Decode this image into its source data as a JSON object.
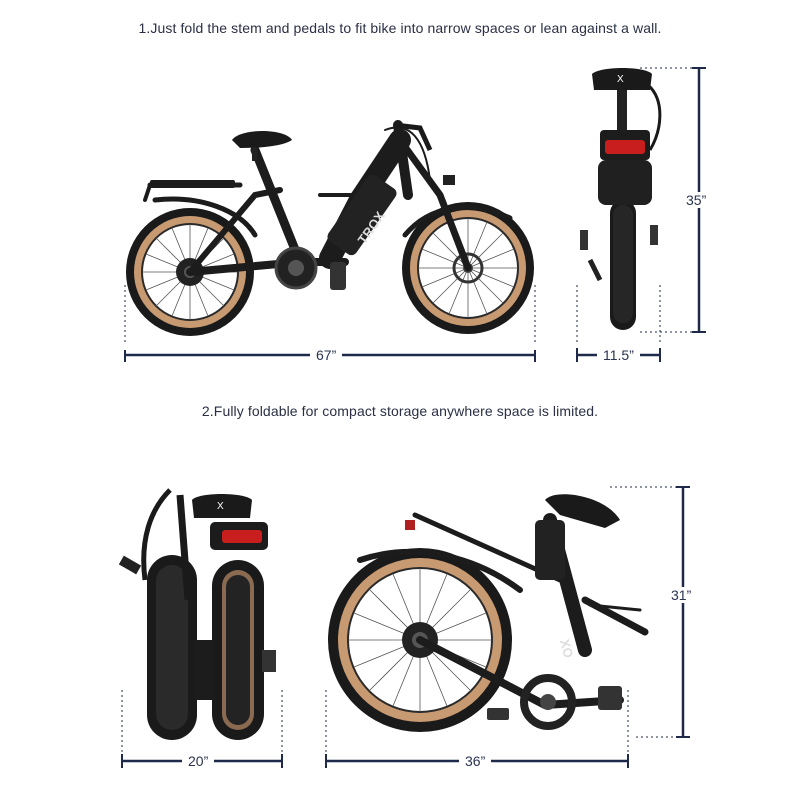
{
  "captions": {
    "step1": "1.Just fold the stem and pedals to fit bike into narrow spaces or lean against a wall.",
    "step2": "2.Fully foldable for compact storage anywhere space is limited."
  },
  "brand": {
    "frame_text": "TROX",
    "frame_text_folded": "XO"
  },
  "dimensions": {
    "unfolded_length": "67”",
    "unfolded_width": "11.5”",
    "unfolded_height": "35”",
    "folded_width": "20”",
    "folded_length": "36”",
    "folded_height": "31”"
  },
  "colors": {
    "dimension_line": "#1f2a4a",
    "tire": "#1a1a1a",
    "tire_sidewall": "#c89a72",
    "frame": "#1c1c1c",
    "tail_light": "#c81e1e"
  }
}
